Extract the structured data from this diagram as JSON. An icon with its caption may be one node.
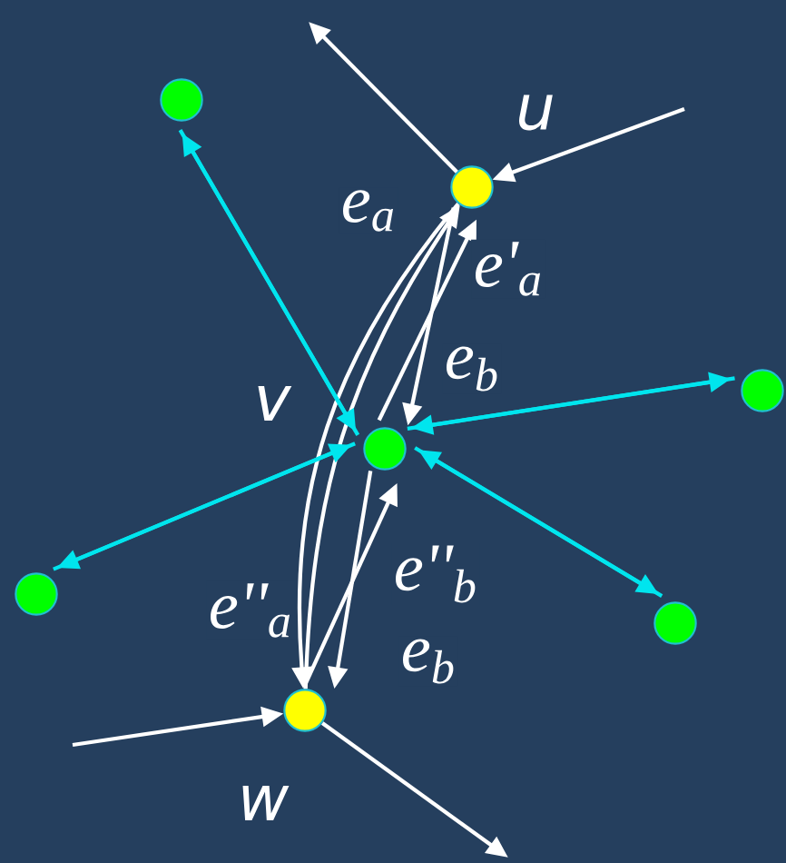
{
  "diagram": {
    "nodes": [
      {
        "text": [],
        "shape": "circle"
      },
      {
        "text": [],
        "shape": "circle",
        "beside": [
          "u"
        ]
      },
      {
        "text": [],
        "shape": "circle"
      },
      {
        "text": [],
        "shape": "circle",
        "beside": [
          "v"
        ]
      },
      {
        "text": [],
        "shape": "circle"
      },
      {
        "text": [],
        "shape": "circle"
      },
      {
        "text": [],
        "shape": "circle",
        "beside": [
          "w"
        ]
      }
    ],
    "edges": [
      {
        "from": 6,
        "to": 1,
        "arrow": "to",
        "label": "e$_{a}$"
      },
      {
        "from": 1,
        "to": 3,
        "arrow": "to",
        "label": "e$_{b}$"
      },
      {
        "from": 3,
        "to": 1,
        "arrow": "to",
        "label": "e'$_{a}$"
      },
      {
        "from": 1,
        "to": 6,
        "arrow": "to",
        "label": "e''$_{a}$"
      },
      {
        "from": 6,
        "to": 3,
        "arrow": "to",
        "label": "e''$_{b}$"
      },
      {
        "from": 3,
        "to": 6,
        "arrow": "to",
        "label": "e$_{b}$"
      },
      {
        "from": 0,
        "to": 3,
        "arrow": "to",
        "color": "#00e5ee"
      },
      {
        "from": 3,
        "to": 0,
        "arrow": "to",
        "color": "#00e5ee"
      },
      {
        "from": 3,
        "to": 2,
        "arrow": "to",
        "color": "#00e5ee"
      },
      {
        "from": 2,
        "to": 3,
        "arrow": "to",
        "color": "#00e5ee"
      },
      {
        "from": 4,
        "to": 3,
        "arrow": "to",
        "color": "#00e5ee"
      },
      {
        "from": 3,
        "to": 4,
        "arrow": "to",
        "color": "#00e5ee"
      },
      {
        "from": 5,
        "to": 3,
        "arrow": "to",
        "color": "#00e5ee"
      },
      {
        "from": 3,
        "to": 5,
        "arrow": "to",
        "color": "#00e5ee"
      },
      {
        "from": 1,
        "to": null,
        "arrow": "to"
      },
      {
        "from": null,
        "to": 1,
        "arrow": "to"
      },
      {
        "from": null,
        "to": 6,
        "arrow": "to"
      },
      {
        "from": 6,
        "to": null,
        "arrow": "to"
      }
    ]
  }
}
